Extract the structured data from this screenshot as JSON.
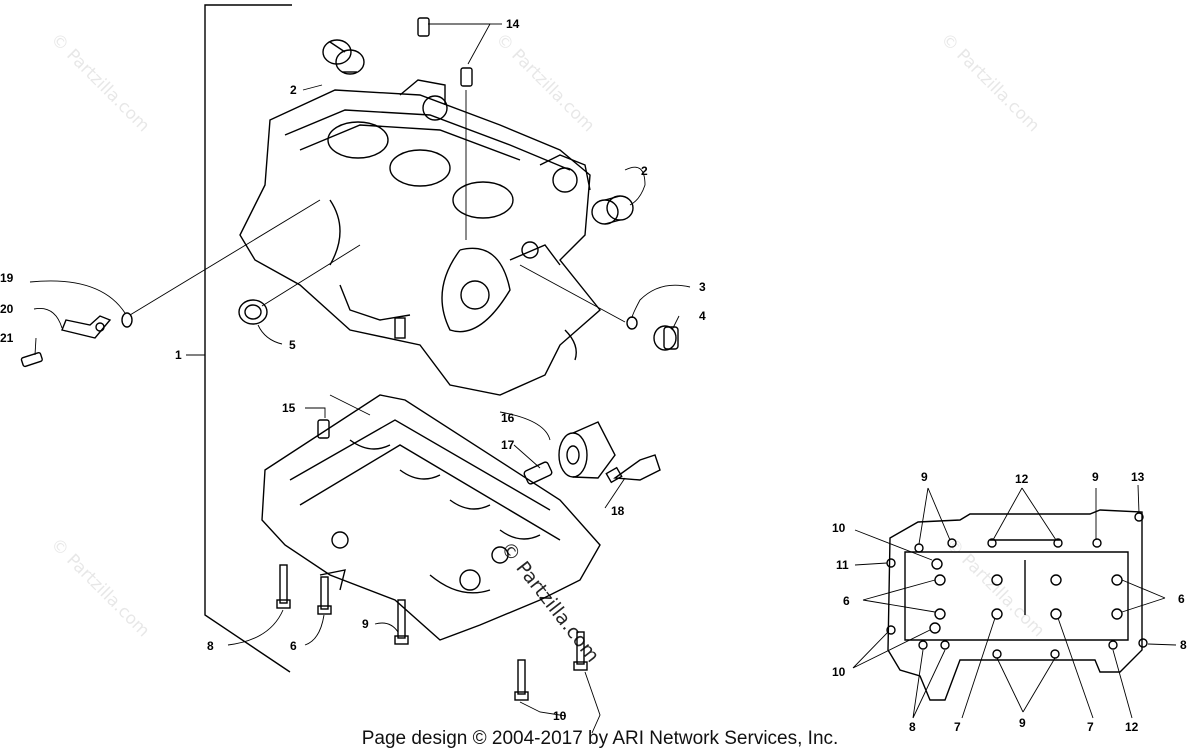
{
  "callouts": {
    "c1": "1",
    "c2a": "2",
    "c2b": "2",
    "c3": "3",
    "c4": "4",
    "c5": "5",
    "c6a": "6",
    "c8a": "8",
    "c9a": "9",
    "c10a": "10",
    "c14": "14",
    "c15": "15",
    "c16": "16",
    "c17": "17",
    "c18": "18",
    "c19": "19",
    "c20": "20",
    "c21": "21"
  },
  "bolt_map": {
    "top_9a": "9",
    "top_12": "12",
    "top_9b": "9",
    "top_13": "13",
    "left_10": "10",
    "left_11": "11",
    "left_6": "6",
    "left_10b": "10",
    "right_6": "6",
    "right_8": "8",
    "bot_8": "8",
    "bot_7a": "7",
    "bot_9": "9",
    "bot_7b": "7",
    "bot_12": "12"
  },
  "watermark": "© Partzilla.com",
  "center_watermark": "© Partzilla.com",
  "footer": "Page design © 2004-2017 by ARI Network Services, Inc."
}
